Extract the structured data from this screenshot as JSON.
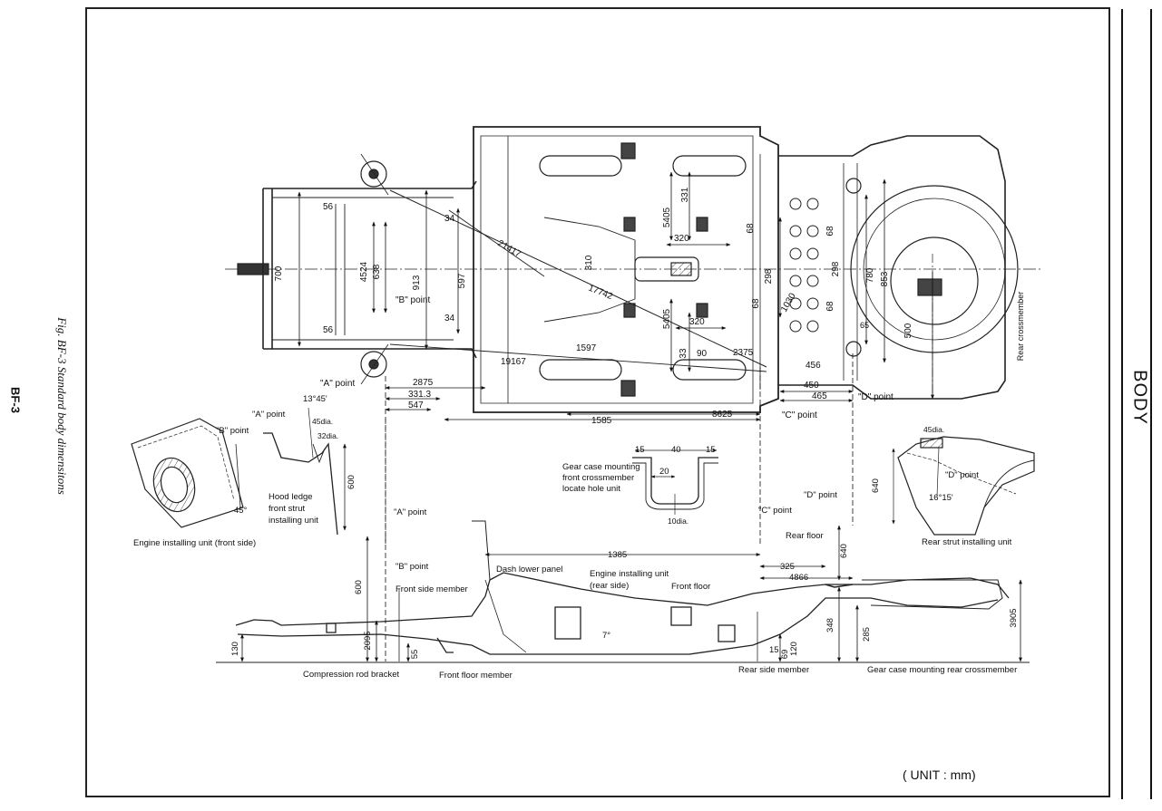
{
  "page": {
    "caption": "Fig. BF-3 Standard body dimensitons",
    "page_number": "BF-3",
    "section_tab": "BODY",
    "unit_note": "( UNIT  :  mm)"
  },
  "labels": {
    "a_point_top": "\"A\" point",
    "b_point_top": "\"B\" point",
    "c_point_top": "\"C\" point",
    "d_point_top": "\"D\" point",
    "a_point_detail": "\"A\" point",
    "b_point_detail": "\"B\" point",
    "hood_ledge": "Hood ledge",
    "front_strut": "front strut",
    "installing_unit": "installing unit",
    "engine_front": "Engine installing unit (front side)",
    "gear_case_1": "Gear case mounting",
    "gear_case_2": "front crossmember",
    "gear_case_3": "locate hole unit",
    "d_point_rear": "\"D\" point",
    "rear_strut": "Rear strut installing unit",
    "a_point_side": "\"A\" point",
    "b_point_side": "\"B\" point",
    "c_point_side": "\"C\" point",
    "d_point_side": "\"D\" point",
    "front_side_member": "Front side member",
    "dash_lower": "Dash lower panel",
    "engine_rear_1": "Engine installing unit",
    "engine_rear_2": "(rear side)",
    "front_floor": "Front floor",
    "rear_floor": "Rear floor",
    "compression_rod": "Compression rod bracket",
    "front_floor_member": "Front floor member",
    "rear_side_member": "Rear side member",
    "gear_case_rear": "Gear case mounting rear crossmember",
    "rear_crossmember": "Rear crossmember"
  },
  "dimensions": {
    "d700": "700",
    "d4524": "4524",
    "d638": "638",
    "d913": "913",
    "d597": "597",
    "d56a": "56",
    "d56b": "56",
    "d34a": "34",
    "d34b": "34",
    "d21417": "21417",
    "d17742": "17742",
    "d1597": "1597",
    "d19167": "19167",
    "d2875": "2875",
    "d3313": "331.3",
    "d547": "547",
    "d1585": "1585",
    "d8625": "8625",
    "d5405a": "5405",
    "d331": "331",
    "d320a": "320",
    "d320b": "320",
    "d5405b": "5405",
    "d310": "310",
    "d33": "33",
    "d90": "90",
    "d2375": "2375",
    "d68a": "68",
    "d68b": "68",
    "d68c": "68",
    "d68d": "68",
    "d298a": "298",
    "d298b": "298",
    "d1030": "1030",
    "d780": "780",
    "d853": "853",
    "d500": "500",
    "d65": "65",
    "d450": "450",
    "d465": "465",
    "d456": "456",
    "d1345": "13°45'",
    "d45dia": "45dia.",
    "d32dia": "32dia.",
    "d45deg": "45°",
    "d600a": "600",
    "g15a": "15",
    "g40": "40",
    "g15b": "15",
    "g20": "20",
    "g10dia": "10dia.",
    "r640a": "640",
    "r45dia": "45dia.",
    "r1615": "16°15'",
    "s600": "600",
    "s2095": "2095",
    "s130": "130",
    "s55": "55",
    "s1385": "1385",
    "s325": "325",
    "s4866": "4866",
    "s640": "640",
    "s348": "348",
    "s285": "285",
    "s3905": "3905",
    "s7": "7°",
    "s69": "69",
    "s120": "120",
    "s15": "15"
  }
}
